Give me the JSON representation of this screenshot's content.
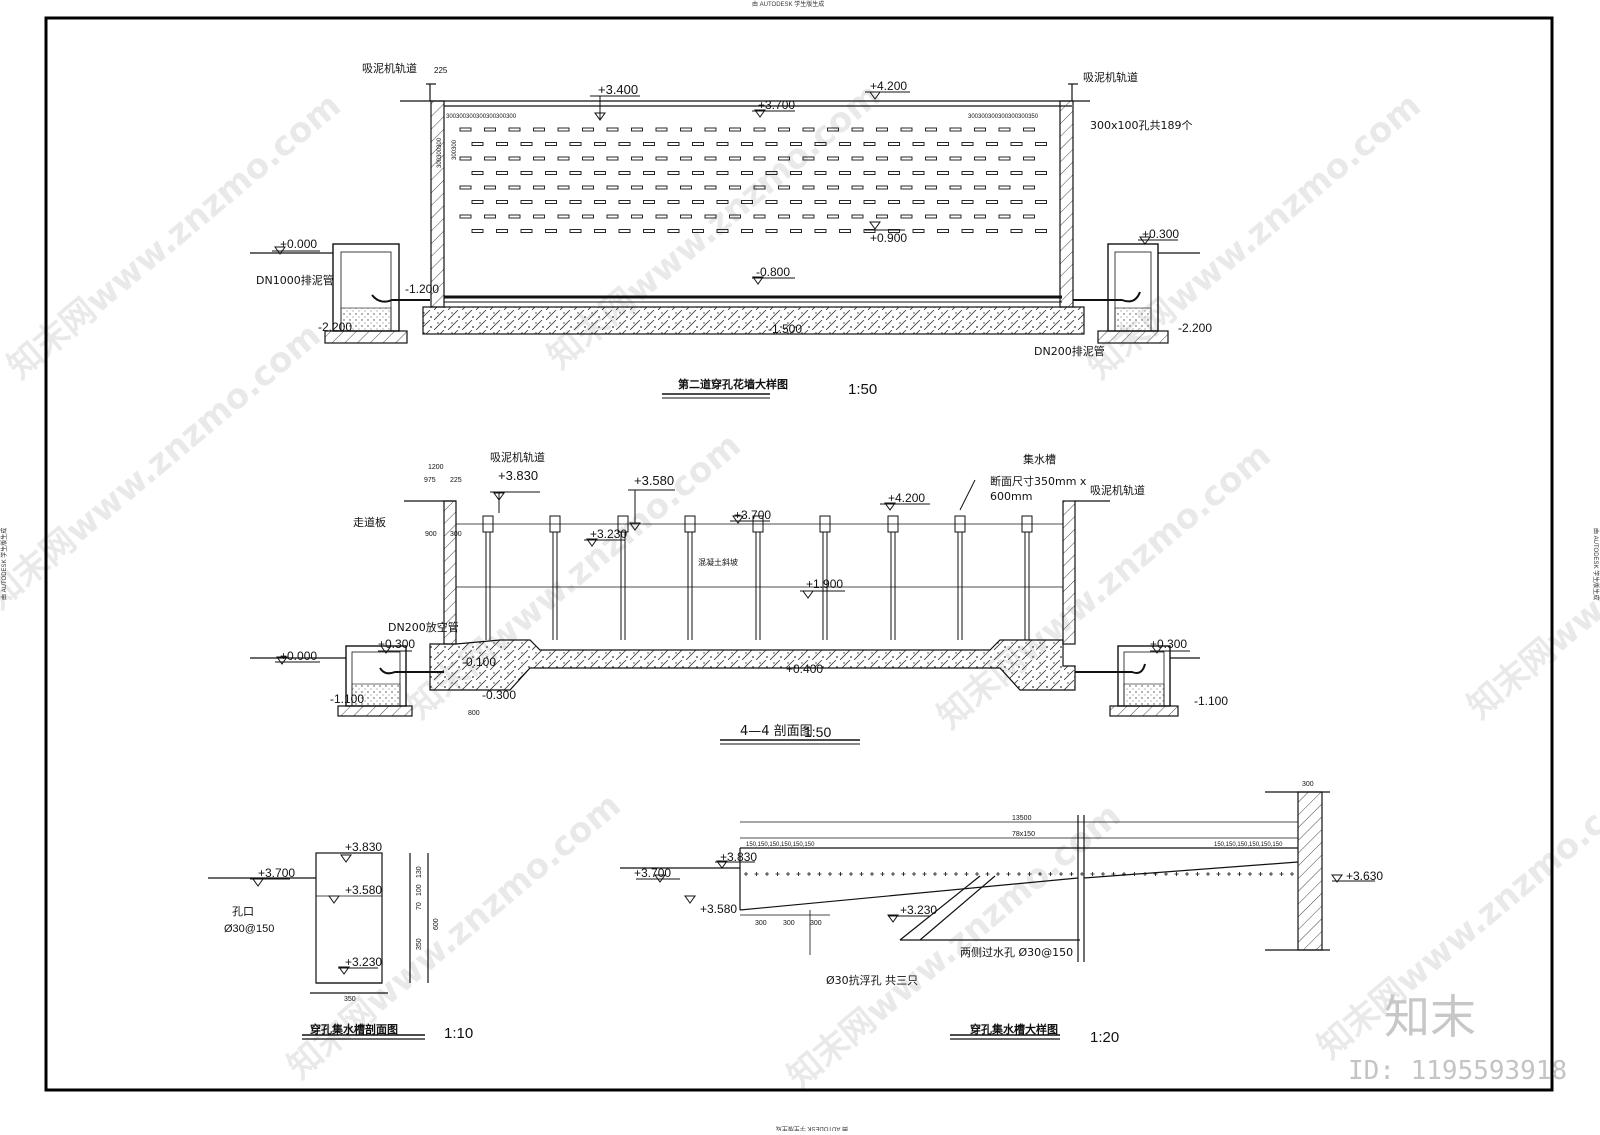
{
  "autodesk_stamp": "由 AUTODESK 学生版生成",
  "watermark": "知末网www.znzmo.com",
  "logo": "知末",
  "id_label": "ID: 1195593918",
  "drawing1": {
    "title": "第二道穿孔花墙大样图",
    "scale": "1:50",
    "labels": {
      "rail_left": "吸泥机轨道",
      "rail_right": "吸泥机轨道",
      "dim_225": "225",
      "holes_note": "300x100孔共189个",
      "pipe_left": "DN1000排泥管",
      "pipe_right": "DN200排泥管",
      "hole_dims_left": "300300300300300300300",
      "hole_dims_right": "300300300300300300350",
      "vert_dims": "300300300",
      "vert_dim_small": "300300"
    },
    "elevations": {
      "e3400": "+3.400",
      "e4200": "+4.200",
      "e3700": "+3.700",
      "e0900": "+0.900",
      "e0000": "+0.000",
      "e0300": "+0.300",
      "em0800": "-0.800",
      "em1200": "-1.200",
      "em1500": "-1.500",
      "em2200l": "-2.200",
      "em2200r": "-2.200"
    }
  },
  "drawing2": {
    "title": "4—4 剖面图",
    "scale": "1:50",
    "labels": {
      "rail_left": "吸泥机轨道",
      "rail_right": "吸泥机轨道",
      "walkway": "走道板",
      "trough": "集水槽",
      "trough_size1": "断面尺寸350mm x",
      "trough_size2": "600mm",
      "slope": "混凝土斜坡",
      "pipe": "DN200放空管",
      "dim_1200": "1200",
      "dim_975": "975",
      "dim_225": "225",
      "dim_900": "900",
      "dim_300": "300",
      "dim_800": "800"
    },
    "elevations": {
      "e3830": "+3.830",
      "e3580": "+3.580",
      "e3230": "+3.230",
      "e3700": "+3.700",
      "e4200": "+4.200",
      "e1900": "+1.900",
      "e0400": "+0.400",
      "e0000": "+0.000",
      "e0300l": "+0.300",
      "e0300r": "+0.300",
      "em0100": "-0.100",
      "em0300": "-0.300",
      "em1100l": "-1.100",
      "em1100r": "-1.100"
    }
  },
  "drawing3": {
    "title": "穿孔集水槽剖面图",
    "scale": "1:10",
    "labels": {
      "orifice": "孔口",
      "orifice_spec": "Ø30@150",
      "dim_130": "130",
      "dim_100": "100",
      "dim_70": "70",
      "dim_350v": "350",
      "dim_600": "600",
      "dim_350h": "350"
    },
    "elevations": {
      "e3830": "+3.830",
      "e3700": "+3.700",
      "e3580": "+3.580",
      "e3230": "+3.230"
    }
  },
  "drawing4": {
    "title": "穿孔集水槽大样图",
    "scale": "1:20",
    "labels": {
      "dim_13500": "13500",
      "dim_78x150": "78x150",
      "dim_300top": "300",
      "dims_left": "150,150,150,150,150,150",
      "dims_right": "150,150,150,150,150,150",
      "dim_300a": "300",
      "dim_300b": "300",
      "dim_300c": "300",
      "side_holes": "两侧过水孔  Ø30@150",
      "float_holes": "Ø30抗浮孔  共三只"
    },
    "elevations": {
      "e3830": "+3.830",
      "e3700": "+3.700",
      "e3580": "+3.580",
      "e3230": "+3.230",
      "e3630": "+3.630"
    }
  }
}
